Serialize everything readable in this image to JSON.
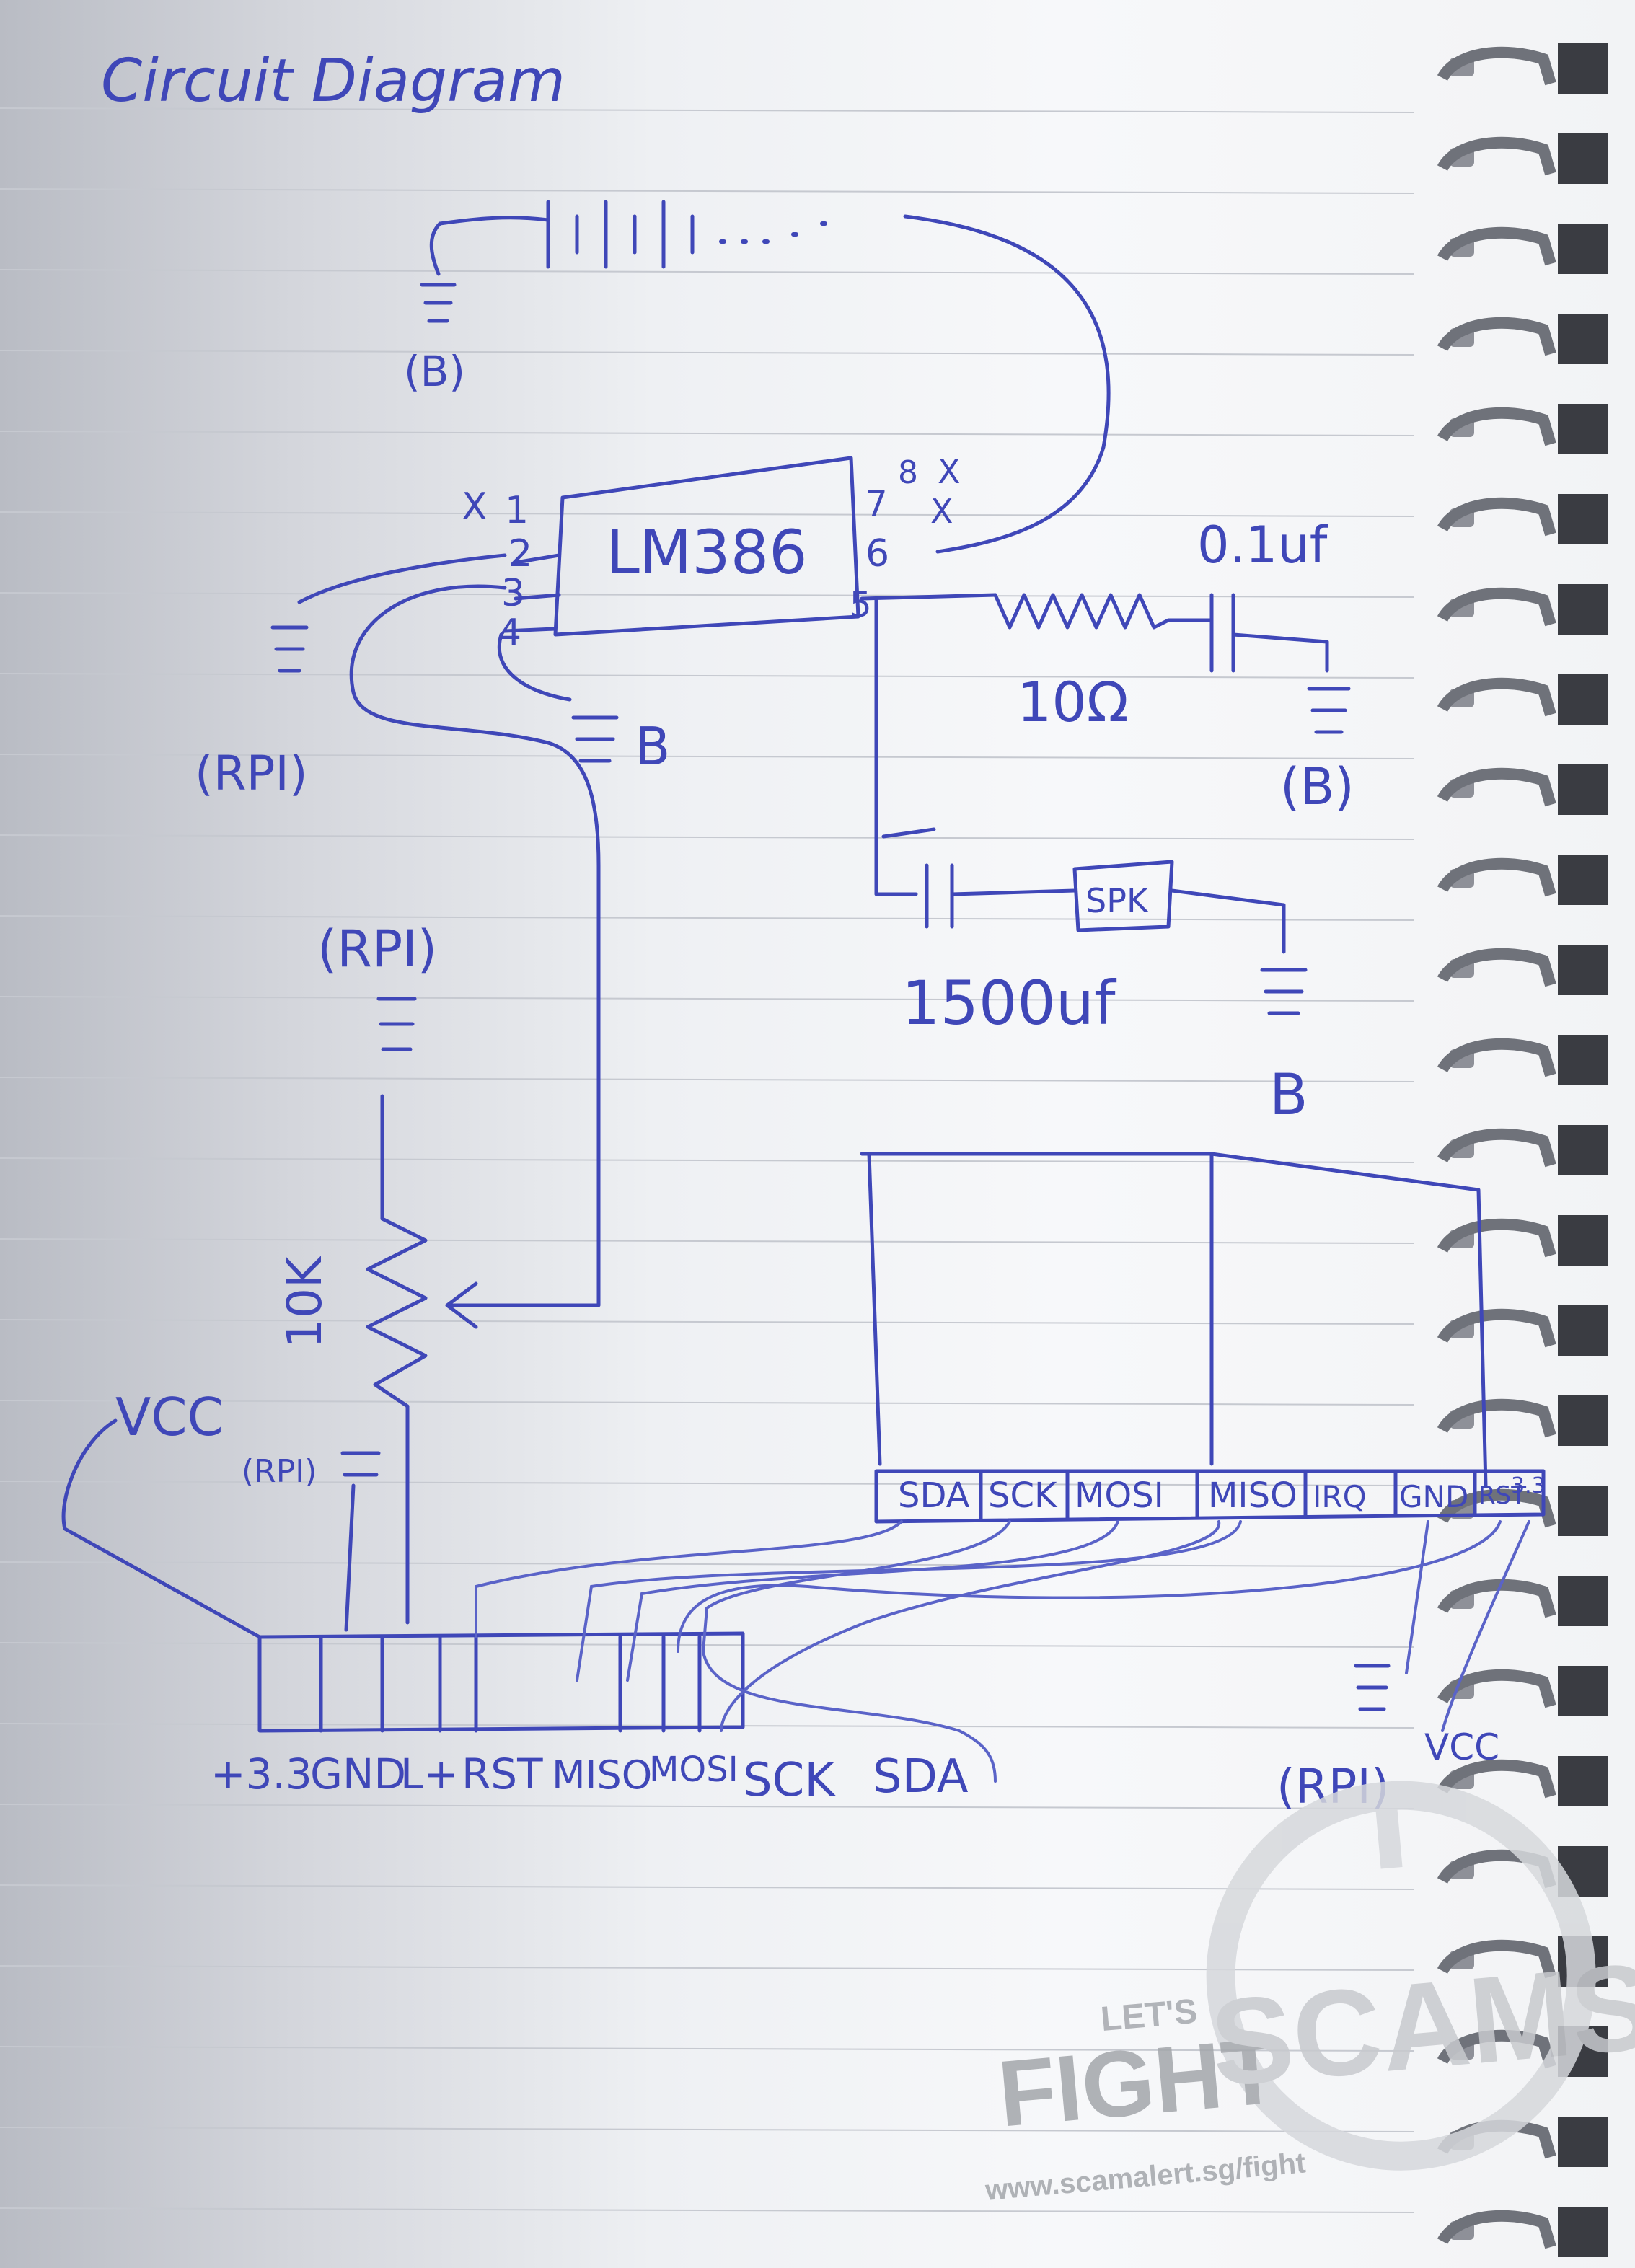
{
  "title": "Circuit Diagram",
  "labels": {
    "battery_ground": "(B)",
    "ic_name": "LM386",
    "pin1": "1",
    "pin1_mark": "X",
    "pin2": "2",
    "pin3": "3",
    "pin4": "4",
    "pin5": "5",
    "pin6": "6",
    "pin7": "7",
    "pin8": "8",
    "pin7_8_mark": "X",
    "rpi_ground_left": "(RPI)",
    "pin4_ground": "B",
    "cap_small": "0.1uf",
    "res_10ohm": "10Ω",
    "cap_small_ground": "(B)",
    "speaker": "SPK",
    "cap_large": "1500uf",
    "speaker_ground": "B",
    "rpi_ground_pot": "(RPI)",
    "pot_value": "10K",
    "vcc_left": "VCC",
    "rpi_ground_header": "(RPI)",
    "right_rpi_ground": "(RPI)",
    "right_vcc": "VCC"
  },
  "rfid_pins": [
    "SDA",
    "SCK",
    "MOSI",
    "MISO",
    "IRQ",
    "GND",
    "RST",
    "3.3"
  ],
  "header_pins": [
    "+3.3",
    "GND",
    "L+",
    "RST",
    "MISO",
    "MOSI",
    "SCK",
    "SDA"
  ],
  "watermark": {
    "lets": "LET'S",
    "fight": "FIGHT",
    "scams": "SCAMS!",
    "url": "www.scamalert.sg/fight"
  },
  "colors": {
    "ink": "#3f47b8",
    "paper": "#f4f5f7",
    "rule": "#c9ccd3",
    "wire": "#8a8f99"
  }
}
